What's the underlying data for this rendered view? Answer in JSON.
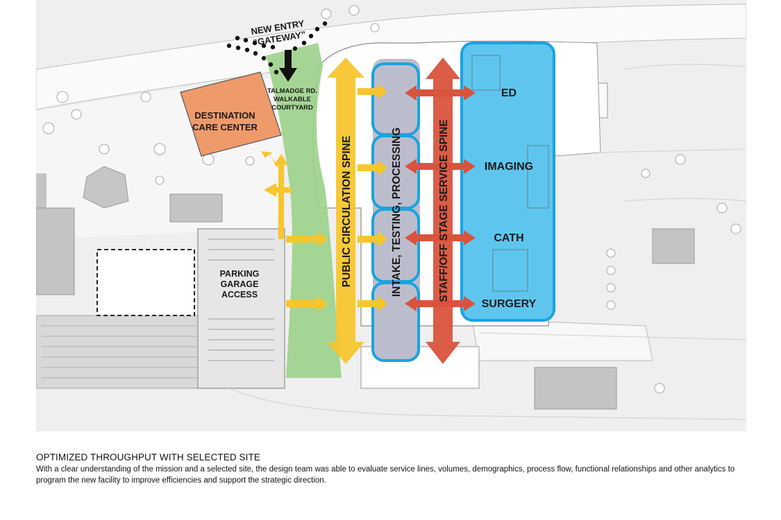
{
  "labels": {
    "entry_line1": "NEW ENTRY",
    "entry_line2": "“GATEWAY”",
    "courtyard_line1": "TALMADGE RD.",
    "courtyard_line2": "WALKABLE",
    "courtyard_line3": "COURTYARD",
    "destination_line1": "DESTINATION",
    "destination_line2": "CARE CENTER",
    "parking_line1": "PARKING",
    "parking_line2": "GARAGE",
    "parking_line3": "ACCESS",
    "public_spine": "PUBLIC CIRCULATION SPINE",
    "intake": "INTAKE, TESTING, PROCESSING",
    "service_spine": "STAFF/OFF STAGE SERVICE SPINE",
    "dept_ed": "ED",
    "dept_imaging": "IMAGING",
    "dept_cath": "CATH",
    "dept_surgery": "SURGERY"
  },
  "colors": {
    "public_spine": "#f7c52e",
    "service_spine": "#d9533d",
    "departments_fill": "#5ec6ee",
    "outline_blue": "#1aa3e0",
    "destination_fill": "#ef9a6a",
    "courtyard_fill": "#9bd18a",
    "intake_fill": "#b8b9c9",
    "building_gray": "#c4c4c4",
    "site_bg": "#efefef"
  },
  "caption": {
    "title": "OPTIMIZED THROUGHPUT WITH SELECTED SITE",
    "body": "With a clear understanding of the mission and a selected site, the design team was able to evaluate service lines, volumes, demographics, process flow, functional relationships and other analytics to program the new facility to improve efficiencies and support the strategic direction."
  }
}
